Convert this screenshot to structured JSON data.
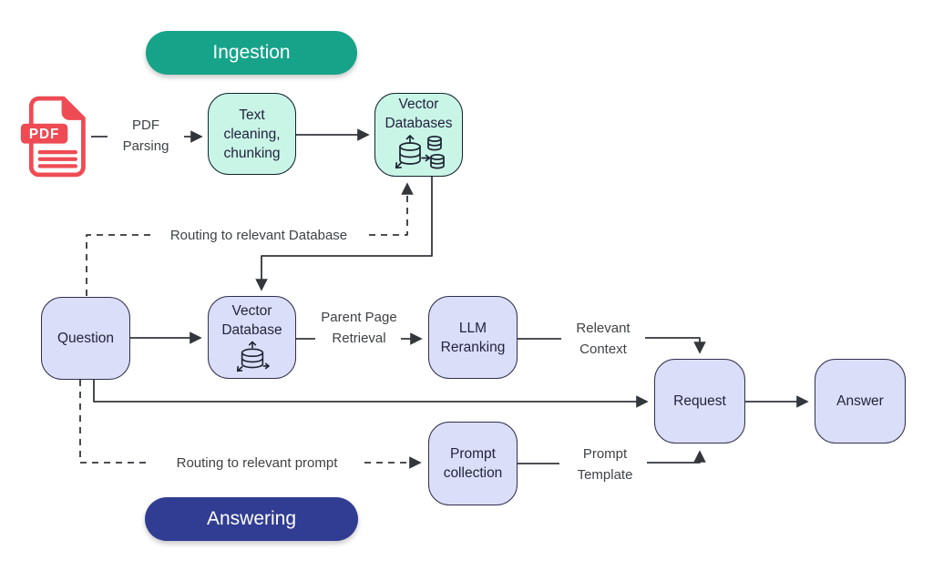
{
  "pills": {
    "ingestion": "Ingestion",
    "answering": "Answering"
  },
  "nodes": {
    "pdf_badge": "PDF",
    "text_cleaning": "Text cleaning, chunking",
    "vector_databases": "Vector Databases",
    "question": "Question",
    "vector_database": "Vector Database",
    "llm_reranking": "LLM Reranking",
    "request": "Request",
    "answer": "Answer",
    "prompt_collection": "Prompt collection"
  },
  "edge_labels": {
    "pdf_parsing": "PDF Parsing",
    "routing_database": "Routing to relevant Database",
    "parent_page_retrieval": "Parent Page Retrieval",
    "relevant_context": "Relevant Context",
    "routing_prompt": "Routing to relevant prompt",
    "prompt_template": "Prompt Template"
  },
  "icons": {
    "pdf": "pdf-file-icon",
    "database_cluster": "database-cluster-icon",
    "database": "database-icon"
  },
  "colors": {
    "ingestion_pill": "#17A389",
    "answering_pill": "#313D92",
    "mint_fill": "#C9F5E7",
    "mint_border": "#14242E",
    "lavender_fill": "#DBDEF8",
    "lavender_border": "#30304E",
    "node_text": "#23233D",
    "label_text": "#3F4245",
    "arrow": "#33363B",
    "pdf_red": "#EE4B54"
  }
}
